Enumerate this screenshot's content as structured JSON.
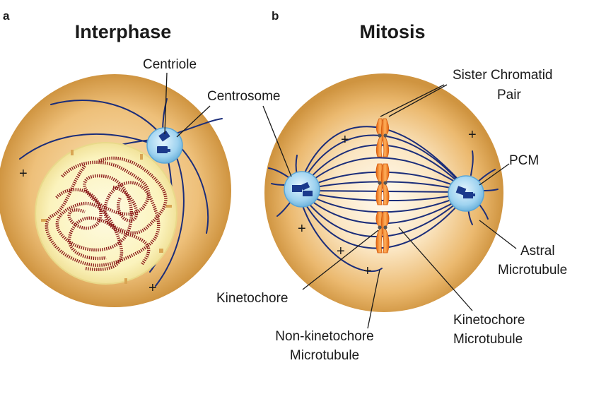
{
  "panels": {
    "a": {
      "letter": "a",
      "title": "Interphase"
    },
    "b": {
      "letter": "b",
      "title": "Mitosis"
    }
  },
  "labels": {
    "centriole": "Centriole",
    "centrosome": "Centrosome",
    "sister_chromatid_line1": "Sister Chromatid",
    "sister_chromatid_line2": "Pair",
    "pcm": "PCM",
    "astral_line1": "Astral",
    "astral_line2": "Microtubule",
    "kinetochore": "Kinetochore",
    "kmt_line1": "Kinetochore",
    "kmt_line2": "Microtubule",
    "nonk_line1": "Non-kinetochore",
    "nonk_line2": "Microtubule"
  },
  "plus_sign": "+",
  "colors": {
    "cell_outer": "#d9a553",
    "cell_inner": "#fdf3df",
    "nucleus": "#fdf8c8",
    "chromatin": "#8b1a1a",
    "centrosome": "#a8d8f2",
    "centriole": "#1b3a8c",
    "microtubule": "#1b2d7a",
    "chromosome": "#f07f20"
  }
}
